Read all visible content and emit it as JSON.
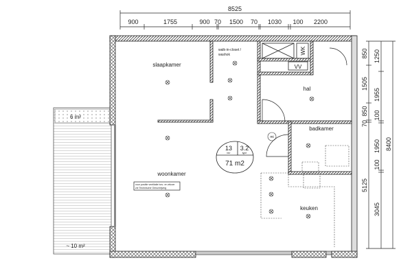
{
  "dimensions": {
    "top_total": "8525",
    "top_segments": [
      "900",
      "1755",
      "900",
      "70",
      "1500",
      "70",
      "1030",
      "100",
      "2200"
    ],
    "right_outer": [
      "850",
      "1505",
      "850",
      "70",
      "5125"
    ],
    "right_middle": [
      "1250",
      "1955",
      "100",
      "1950",
      "100",
      "3045"
    ],
    "right_total": "8400"
  },
  "rooms": {
    "slaapkamer": "slaapkamer",
    "walk_in": "walk-in-closet /",
    "walk_in_2": "washok",
    "hal": "hal",
    "badkamer": "badkamer",
    "woonkamer": "woonkamer",
    "keuken": "keuken",
    "wk": "WK",
    "vv": "VV"
  },
  "info_badge": {
    "bnr_value": "13",
    "bnr_label": "bnr",
    "type_value": "3.2",
    "type_label": "type",
    "area": "71 m2"
  },
  "note": {
    "line1": "voor positie ventilatie bov- en afvoer",
    "line2": "zie Technische Omschrijving"
  },
  "balcony": {
    "storage_area": "6 m²",
    "terrace_area": "~ 10 m²"
  },
  "meter_cupboard": "mi"
}
